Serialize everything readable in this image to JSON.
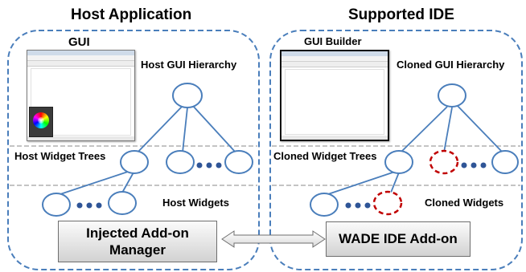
{
  "left_panel": {
    "title": "Host Application",
    "gui_label": "GUI",
    "hierarchy_label": "Host GUI Hierarchy",
    "widget_trees_label": "Host Widget Trees",
    "widgets_label": "Host Widgets",
    "manager_label_line1": "Injected Add-on",
    "manager_label_line2": "Manager"
  },
  "right_panel": {
    "title": "Supported IDE",
    "builder_label": "GUI Builder",
    "hierarchy_label": "Cloned GUI Hierarchy",
    "widget_trees_label": "Cloned Widget Trees",
    "widgets_label": "Cloned Widgets",
    "addon_label": "WADE IDE Add-on"
  },
  "colors": {
    "panel_border": "#4a7ebb",
    "node_stroke": "#4a7ebb",
    "cloned_node_stroke": "#c00000",
    "divider": "#b0b0b0"
  }
}
